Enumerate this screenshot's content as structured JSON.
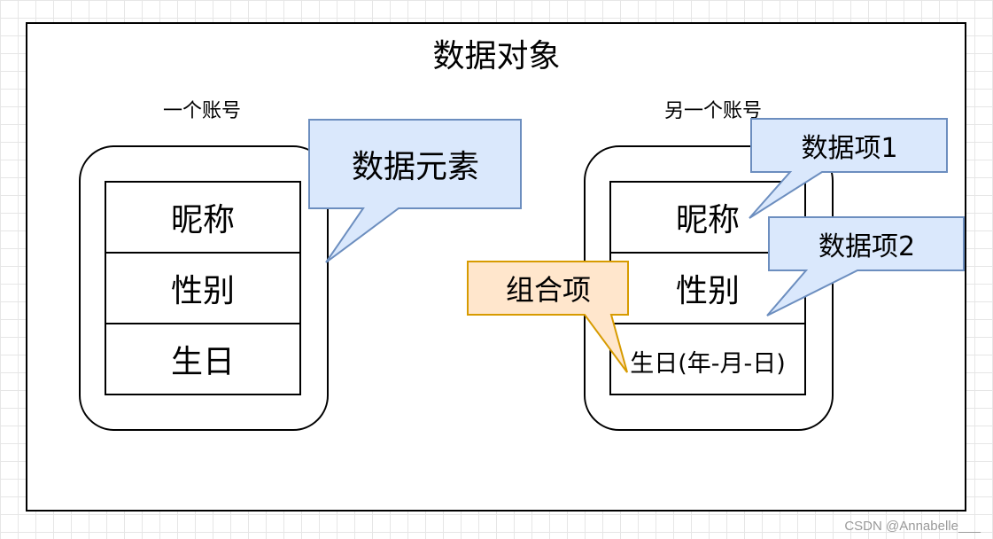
{
  "diagram": {
    "title": "数据对象",
    "accounts": [
      {
        "label": "一个账号",
        "fields": [
          "昵称",
          "性别",
          "生日"
        ]
      },
      {
        "label": "另一个账号",
        "fields": [
          "昵称",
          "性别",
          "生日(年-月-日)"
        ]
      }
    ],
    "callouts": {
      "data_element": "数据元素",
      "data_item_1": "数据项1",
      "data_item_2": "数据项2",
      "composite_item": "组合项"
    },
    "colors": {
      "blue_fill": "#dae8fc",
      "blue_stroke": "#6c8ebf",
      "orange_fill": "#ffe6cc",
      "orange_stroke": "#d79b00"
    }
  },
  "watermark": "CSDN @Annabelle___"
}
